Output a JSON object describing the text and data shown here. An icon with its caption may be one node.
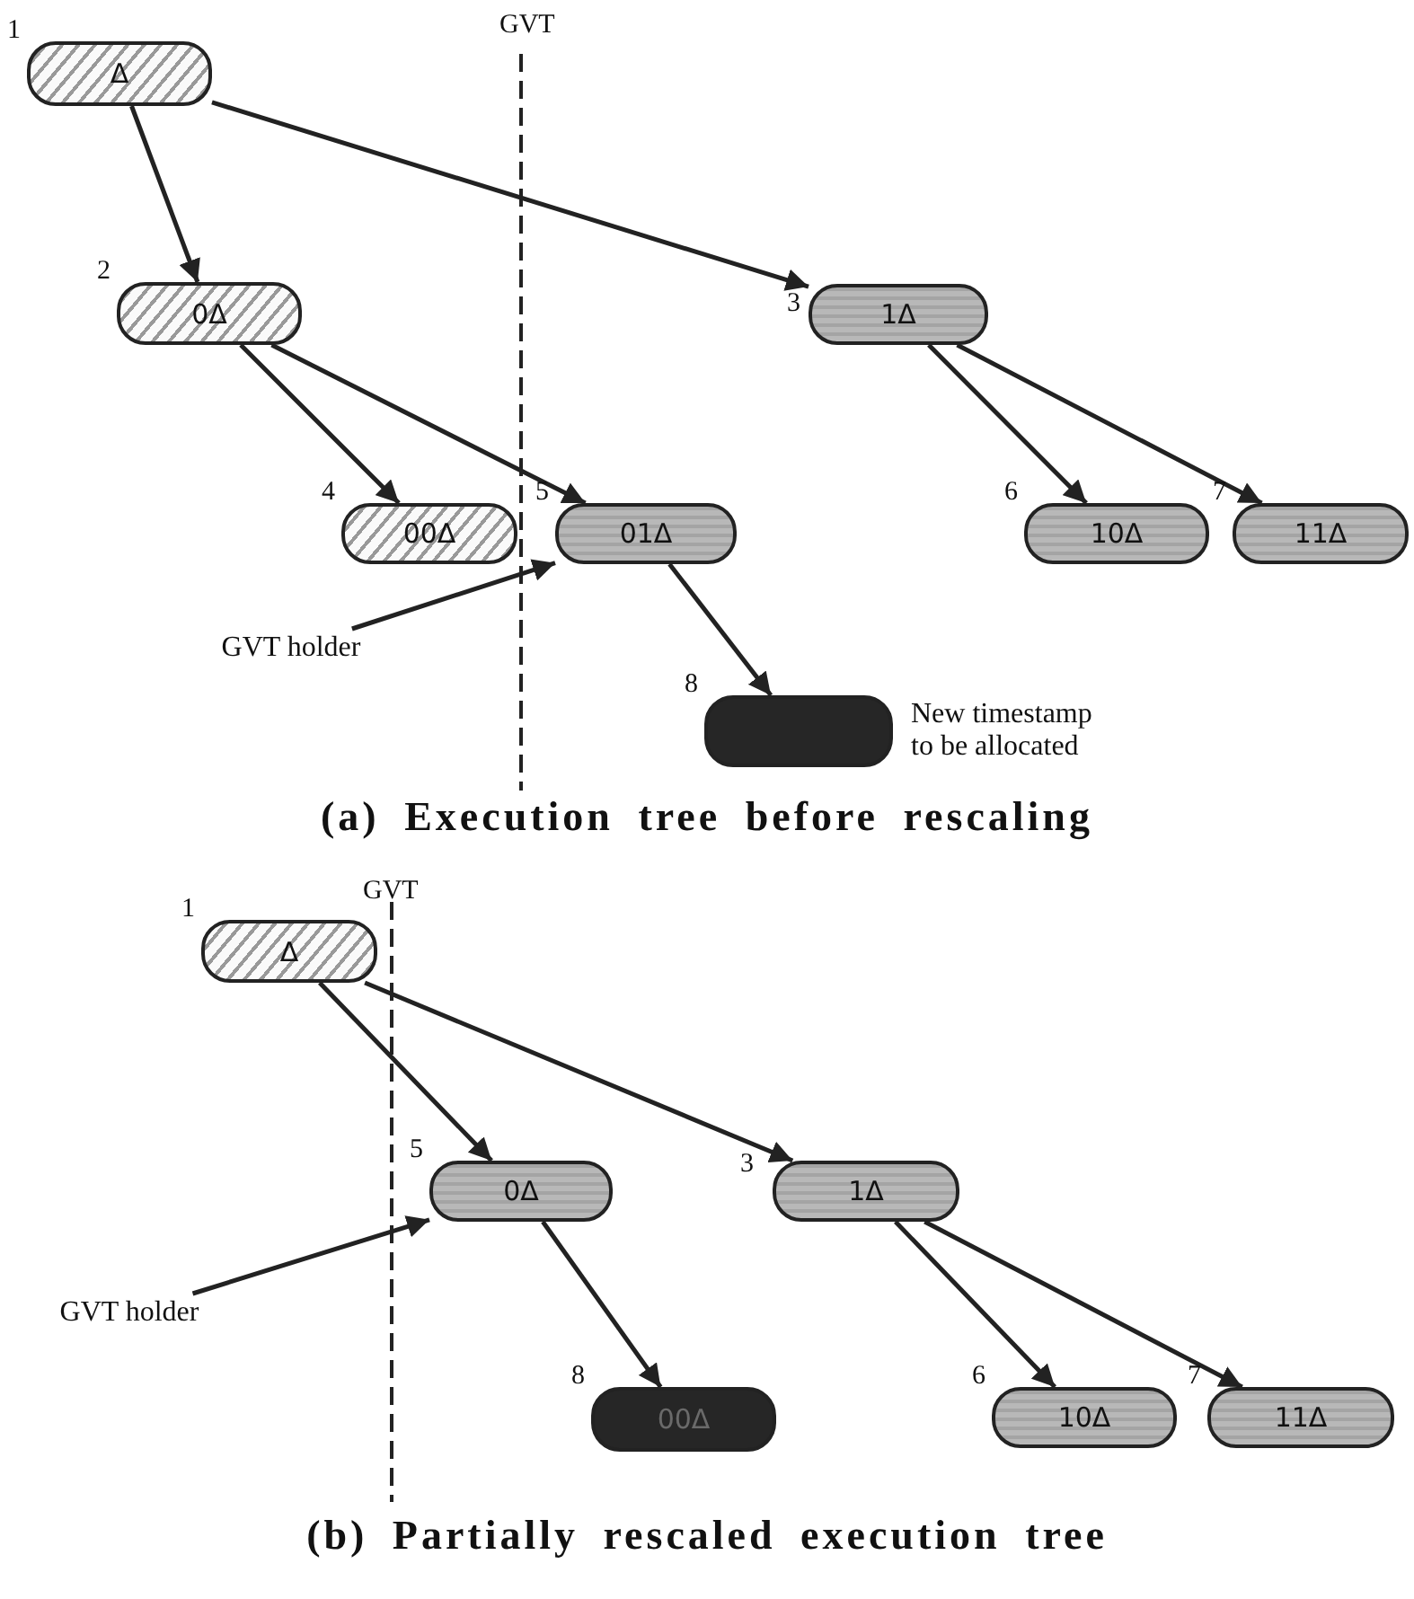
{
  "diagram": {
    "nodes": [
      {
        "text": [
          "Δ"
        ],
        "beside": [
          "1"
        ]
      },
      {
        "text": [
          "0Δ"
        ],
        "beside": [
          "2"
        ]
      },
      {
        "text": [
          "1Δ"
        ],
        "beside": [
          "3"
        ]
      },
      {
        "text": [
          "00Δ"
        ],
        "beside": [
          "4"
        ]
      },
      {
        "text": [
          "01Δ"
        ],
        "beside": [
          "5"
        ]
      },
      {
        "text": [
          "10Δ"
        ],
        "beside": [
          "6"
        ]
      },
      {
        "text": [
          "11Δ"
        ],
        "beside": [
          "7"
        ]
      },
      {
        "text": [],
        "shape": "box",
        "beside": [
          "8",
          "New timestamp to be allocated"
        ]
      },
      {
        "text": [
          "GVT holder"
        ]
      },
      {
        "text": [
          "Δ"
        ],
        "beside": [
          "1"
        ]
      },
      {
        "text": [
          "0Δ"
        ],
        "beside": [
          "5"
        ]
      },
      {
        "text": [
          "1Δ"
        ],
        "beside": [
          "3"
        ]
      },
      {
        "text": [
          "00Δ"
        ],
        "beside": [
          "8"
        ]
      },
      {
        "text": [
          "10Δ"
        ],
        "beside": [
          "6"
        ]
      },
      {
        "text": [
          "11Δ"
        ],
        "beside": [
          "7"
        ]
      },
      {
        "text": [
          "GVT holder"
        ]
      }
    ],
    "edges": [
      {
        "from": 0,
        "to": 1,
        "arrow": "to"
      },
      {
        "from": 0,
        "to": 2,
        "arrow": "to"
      },
      {
        "from": 1,
        "to": 3,
        "arrow": "to"
      },
      {
        "from": 1,
        "to": 4,
        "arrow": "to"
      },
      {
        "from": 2,
        "to": 5,
        "arrow": "to"
      },
      {
        "from": 2,
        "to": 6,
        "arrow": "to"
      },
      {
        "from": 4,
        "to": 7,
        "arrow": "to"
      },
      {
        "from": 8,
        "to": 4,
        "arrow": "to"
      },
      {
        "from": 9,
        "to": 10,
        "arrow": "to"
      },
      {
        "from": 9,
        "to": 11,
        "arrow": "to"
      },
      {
        "from": 10,
        "to": 12,
        "arrow": "to"
      },
      {
        "from": 11,
        "to": 13,
        "arrow": "to"
      },
      {
        "from": 11,
        "to": 14,
        "arrow": "to"
      },
      {
        "from": 15,
        "to": 10,
        "arrow": "to"
      }
    ],
    "labels": [
      "GVT",
      "(a) Execution tree before rescaling",
      "GVT",
      "(b) Partially rescaled execution tree"
    ]
  }
}
